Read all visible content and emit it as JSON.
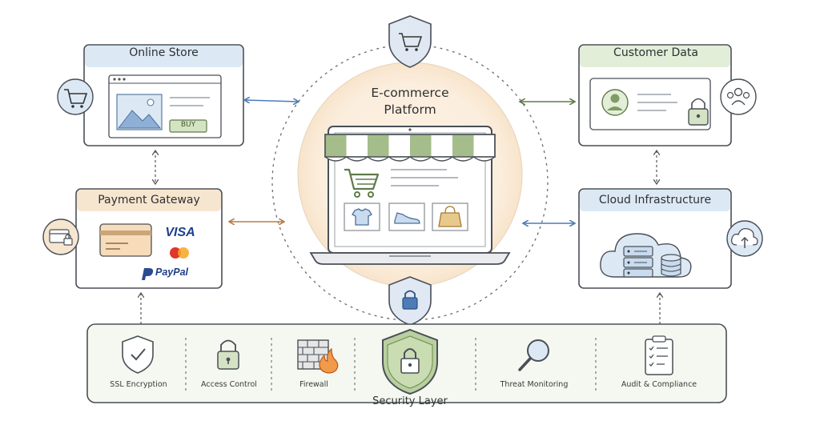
{
  "central": {
    "title": "E-commerce Platform"
  },
  "online_store": {
    "title": "Online Store",
    "buy_label": "BUY"
  },
  "payment_gateway": {
    "title": "Payment Gateway",
    "visa": "VISA",
    "paypal": "PayPal"
  },
  "customer_data": {
    "title": "Customer Data"
  },
  "cloud": {
    "title": "Cloud Infrastructure"
  },
  "security": {
    "title": "Security Layer",
    "items": [
      "SSL Encryption",
      "Access Control",
      "Firewall",
      "Threat Monitoring",
      "Audit & Compliance"
    ]
  },
  "colors": {
    "accent_blue": "#4d7cb8",
    "accent_green": "#7e9c64",
    "accent_orange": "#c98a4a",
    "online_header": "#dce9f5",
    "payment_header": "#f7e6cf",
    "customer_header": "#e3eed8",
    "cloud_header": "#dce9f5"
  }
}
